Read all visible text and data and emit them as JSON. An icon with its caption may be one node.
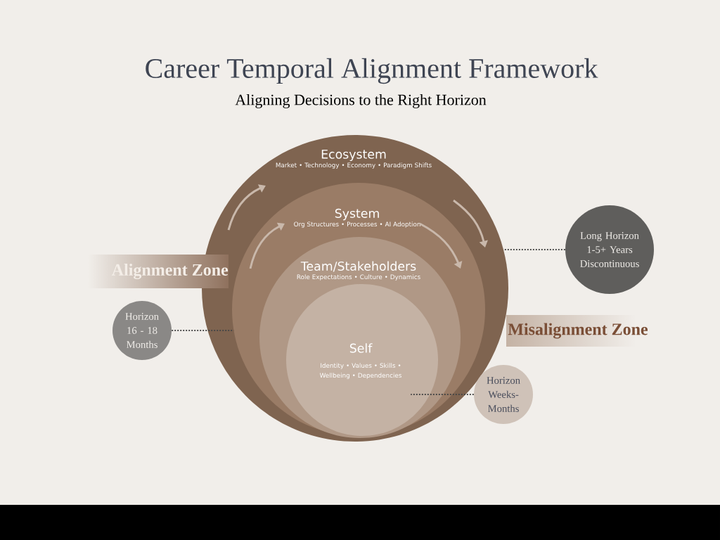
{
  "diagram": {
    "title": "Career Temporal Alignment Framework",
    "caption": "Aligning Decisions to the Right Horizon",
    "nodes": [
      {
        "text": [
          "Ecosystem",
          "Market • Technology • Economy • Paradigm Shifts"
        ]
      },
      {
        "text": [
          "System",
          "Org Structures • Processes • AI Adoption"
        ],
        "in": 0
      },
      {
        "text": [
          "Team/Stakeholders",
          "Role Expectations • Culture • Dynamics"
        ],
        "in": 1
      },
      {
        "text": [
          "Self",
          "Identity • Values • Skills • Wellbeing • Dependencies"
        ],
        "in": 2
      },
      {
        "text": [
          "Alignment Zone"
        ]
      },
      {
        "text": [
          "Misalignment Zone"
        ]
      },
      {
        "text": [
          "Long Horizon 1-5+ Years Discontinuous"
        ]
      },
      {
        "text": [
          "Horizon 16 - 18 Months"
        ]
      },
      {
        "text": [
          "Horizon Weeks-Months"
        ]
      }
    ],
    "edges": [
      {
        "from": 6,
        "to": 0,
        "arrow": "none",
        "style": "dashed"
      },
      {
        "from": 7,
        "to": 1,
        "arrow": "none",
        "style": "dashed"
      },
      {
        "from": 8,
        "to": 3,
        "arrow": "none",
        "style": "dashed"
      }
    ]
  }
}
